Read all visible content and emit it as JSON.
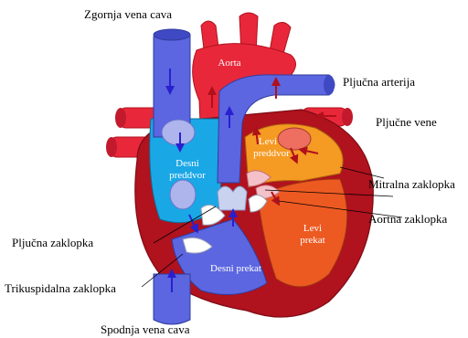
{
  "labels": {
    "superior_vena_cava": "Zgornja vena cava",
    "aorta": "Aorta",
    "pulmonary_artery": "Pljučna arterija",
    "pulmonary_veins": "Pljučne vene",
    "right_atrium_line1": "Desni",
    "right_atrium_line2": "preddvor",
    "left_atrium_line1": "Levi",
    "left_atrium_line2": "preddvor",
    "mitral_valve": "Mitralna zaklopka",
    "aortic_valve": "Aortna zaklopka",
    "left_ventricle_line1": "Levi",
    "left_ventricle_line2": "prekat",
    "pulmonary_valve": "Pljučna zaklopka",
    "right_ventricle": "Desni prekat",
    "tricuspid_valve": "Trikuspidalna zaklopka",
    "inferior_vena_cava": "Spodnja vena cava"
  },
  "colors": {
    "oxygenated": "#e8283a",
    "oxygenated_dark": "#c21a2c",
    "deoxygenated": "#5b66e0",
    "right_atrium": "#1aa7e6",
    "left_atrium": "#f59a23",
    "left_ventricle": "#ec5a22",
    "muscle": "#b0121e",
    "valve": "#c9d3f0",
    "arrow_blue": "#2a1fd0",
    "arrow_red": "#b0101a"
  }
}
